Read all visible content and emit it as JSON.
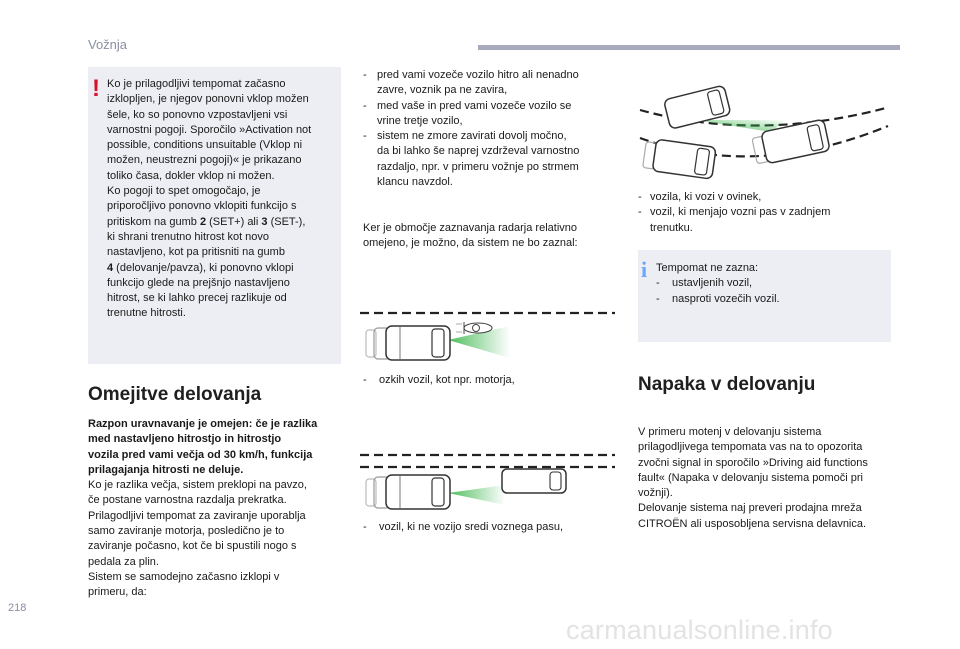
{
  "header": {
    "title": "Vožnja"
  },
  "page_number": "218",
  "watermark": "carmanualsonline.info",
  "warning_box": {
    "lines": [
      "Ko je prilagodljivi tempomat začasno",
      "izklopljen, je njegov ponovni vklop možen",
      "šele, ko so ponovno vzpostavljeni vsi",
      "varnostni pogoji. Sporočilo »Activation not",
      "possible, conditions unsuitable (Vklop ni",
      "možen, neustrezni pogoji)« je prikazano",
      "toliko časa, dokler vklop ni možen.",
      "Ko pogoji to spet omogočajo, je",
      "priporočljivo ponovno vklopiti funkcijo s"
    ],
    "line_gumb_pre": "pritiskom na gumb ",
    "key_set": "2",
    "line_gumb_mid": " (SET+) ali ",
    "key_setm": "3",
    "line_gumb_post": " (SET-),",
    "lines2": [
      "ki shrani trenutno hitrost kot novo",
      "nastavljeno, kot pa pritisniti na gumb"
    ],
    "key_pause": "4",
    "line_pause_post": " (delovanje/pavza), ki ponovno vklopi",
    "lines3": [
      "funkcijo glede na prejšnjo nastavljeno",
      "hitrost, se ki lahko precej razlikuje od",
      "trenutne hitrosti."
    ]
  },
  "section1": {
    "heading": "Omejitve delovanja",
    "bold_lines": [
      "Razpon uravnavanje je omejen: če je razlika",
      "med nastavljeno hitrostjo in hitrostjo",
      "vozila pred vami večja od 30 km/h, funkcija",
      "prilagajanja hitrosti ne deluje."
    ],
    "lines": [
      "Ko je razlika večja, sistem preklopi na pavzo,",
      "če postane varnostna razdalja prekratka.",
      "Prilagodljivi tempomat za zaviranje uporablja",
      "samo zaviranje motorja, posledično je to",
      "zaviranje počasno, kot če bi spustili nogo s",
      "pedala za plin.",
      "Sistem se samodejno začasno izklopi v",
      "primeru, da:"
    ]
  },
  "col2": {
    "bullets": [
      [
        "pred vami vozeče vozilo hitro ali nenadno",
        "zavre, voznik pa ne zavira,"
      ],
      [
        "med vaše in pred vami vozeče vozilo se",
        "vrine tretje vozilo,"
      ],
      [
        "sistem ne zmore zavirati dovolj močno,",
        "da bi lahko še naprej vzdrževal varnostno",
        "razdaljo, npr. v primeru vožnje po strmem",
        "klancu navzdol."
      ]
    ],
    "para": [
      "Ker je območje zaznavanja radarja relativno",
      "omejeno, je možno, da sistem ne bo zaznal:"
    ],
    "bullet_moto": "ozkih vozil, kot npr. motorja,",
    "bullet_lane": "vozil, ki ne vozijo sredi voznega pasu,"
  },
  "col3": {
    "bullets": [
      [
        "vozila, ki vozi v ovinek,"
      ],
      [
        "vozil, ki menjajo vozni pas v zadnjem",
        "trenutku."
      ]
    ],
    "info_box": {
      "title": "Tempomat ne zazna:",
      "items": [
        "ustavljenih vozil,",
        "nasproti vozečih vozil."
      ]
    },
    "heading": "Napaka v delovanju",
    "para": [
      "V primeru motenj v delovanju sistema",
      "prilagodljivega tempomata vas na to opozorita",
      "zvočni signal in sporočilo »Driving aid functions",
      "fault« (Napaka v delovanju sistema pomoči pri",
      "vožnji).",
      "Delovanje sistema naj preveri prodajna  mreža",
      "CITROËN ali usposobljena servisna delavnica."
    ]
  },
  "colors": {
    "warning": "#d5142b",
    "info": "#6aa6ff",
    "box": "#eceef3",
    "header": "#a7abbd"
  }
}
